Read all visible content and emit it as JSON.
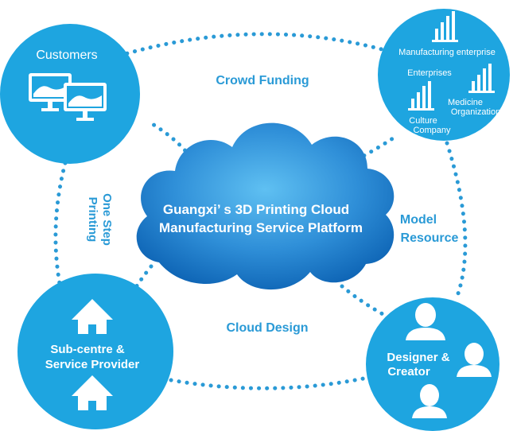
{
  "platform": {
    "line1": "Guangxi’ s 3D Printing Cloud",
    "line2": "Manufacturing Service Platform"
  },
  "links": {
    "crowd_funding": "Crowd Funding",
    "one_step_line1": "One Step",
    "one_step_line2": "Printing",
    "model_line1": "Model",
    "model_line2": "Resource",
    "cloud_design": "Cloud Design"
  },
  "customers": {
    "title": "Customers"
  },
  "enterprises": {
    "manufacturing": "Manufacturing enterprise",
    "enterprises": "Enterprises",
    "medicine_line1": "Medicine",
    "medicine_line2": "Organization",
    "culture_line1": "Culture",
    "culture_line2": "Company"
  },
  "subcentre": {
    "line1": "Sub-centre &",
    "line2": "Service Provider"
  },
  "designer": {
    "line1": "Designer &",
    "line2": "Creator"
  },
  "colors": {
    "node_blue": "#1ea5e0",
    "dot_blue": "#2a9ad6",
    "cloud_dark": "#0d6fc0",
    "cloud_light": "#4fb3ec"
  }
}
